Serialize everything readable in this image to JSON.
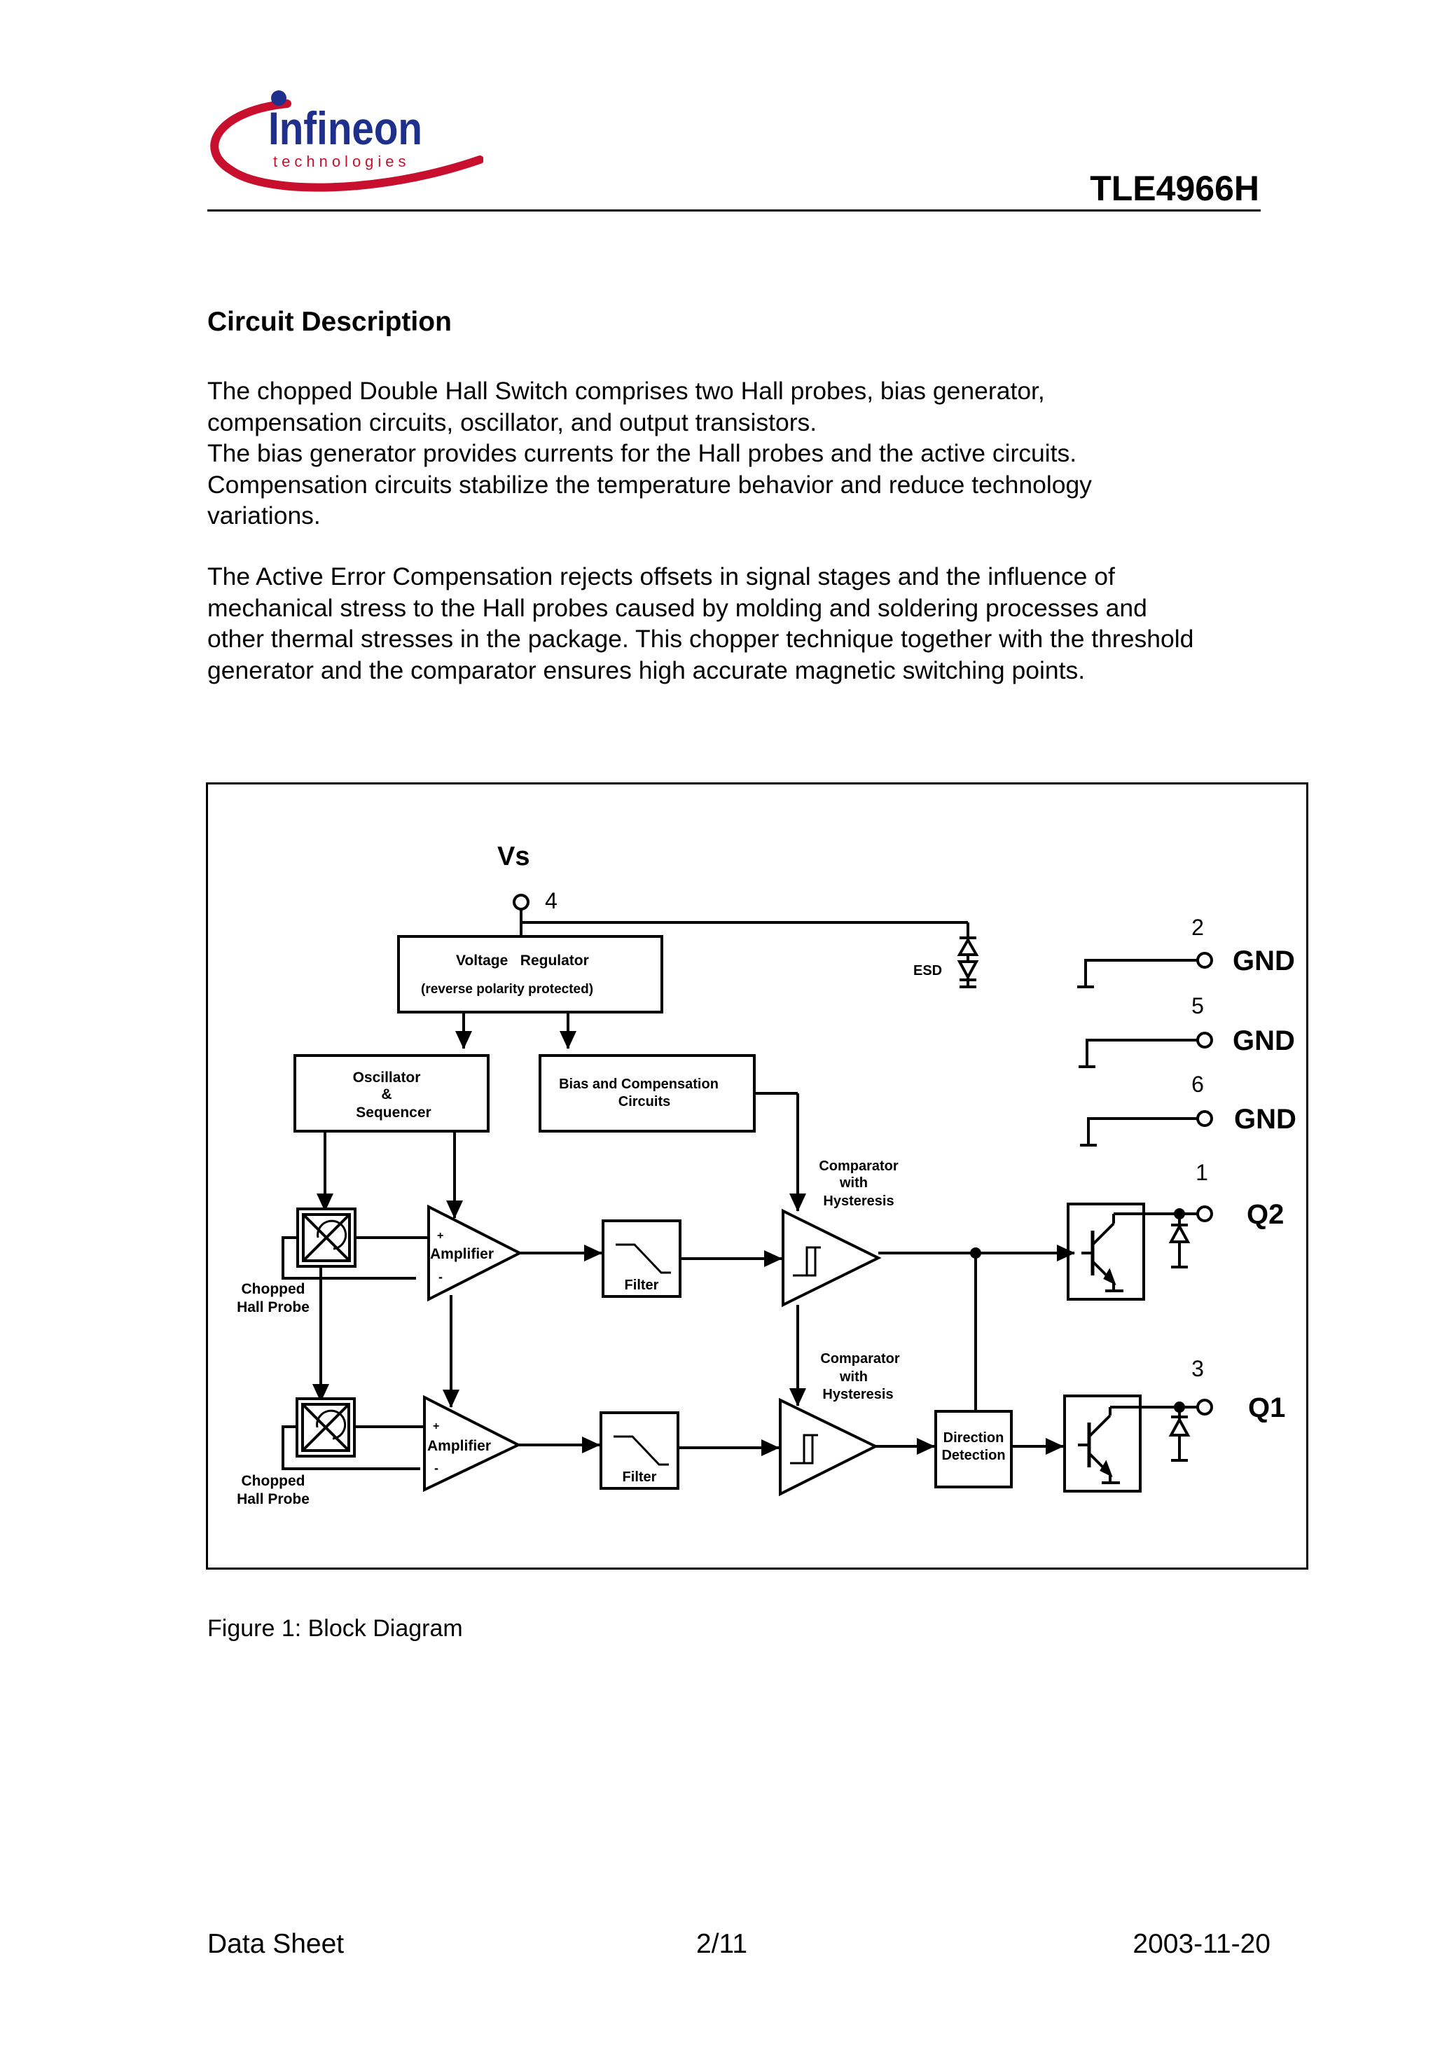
{
  "header": {
    "logo_text": "Infineon",
    "logo_subtext": "technologies",
    "document_id": "TLE4966H"
  },
  "section": {
    "heading": "Circuit Description",
    "paragraph1_lines": [
      "The chopped Double Hall Switch comprises two Hall probes, bias generator,",
      "compensation circuits, oscillator, and output transistors.",
      "The bias generator provides currents for the Hall probes and the active circuits.",
      "Compensation circuits stabilize the temperature behavior and reduce technology",
      "variations."
    ],
    "paragraph2_lines": [
      "The Active Error Compensation rejects offsets in signal stages and the influence of",
      "mechanical stress to the Hall probes caused by molding and soldering processes and",
      "other thermal stresses in the package. This chopper technique together with the threshold",
      "generator and the comparator ensures high accurate magnetic switching points."
    ]
  },
  "diagram": {
    "vs_label": "Vs",
    "pin_vs": "4",
    "voltage_regulator": [
      "Voltage   Regulator",
      "(reverse polarity protected)"
    ],
    "esd_label": "ESD",
    "oscillator": [
      "Oscillator",
      "&",
      "Sequencer"
    ],
    "bias": [
      "Bias and Compensation",
      "Circuits"
    ],
    "comparator_label": [
      "Comparator",
      "with",
      "Hysteresis"
    ],
    "amplifier_label": "Amplifier",
    "plus": "+",
    "minus": "-",
    "filter_label": "Filter",
    "hall_probe_label": [
      "Chopped",
      "Hall Probe"
    ],
    "direction_detection": [
      "Direction",
      "Detection"
    ],
    "gnd_pins": [
      {
        "pin": "2",
        "label": "GND"
      },
      {
        "pin": "5",
        "label": "GND"
      },
      {
        "pin": "6",
        "label": "GND"
      }
    ],
    "q2": {
      "pin": "1",
      "label": "Q2"
    },
    "q1": {
      "pin": "3",
      "label": "Q1"
    }
  },
  "figure_caption": "Figure 1: Block Diagram",
  "footer": {
    "left": "Data Sheet",
    "center": "2/11",
    "right": "2003-11-20"
  },
  "colors": {
    "logo_red": "#c8102e",
    "logo_blue": "#1f2f8c"
  }
}
